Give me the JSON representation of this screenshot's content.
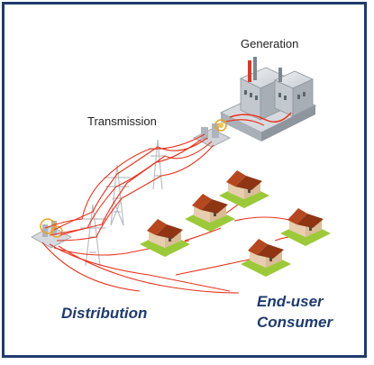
{
  "labels": {
    "generation": "Generation",
    "transmission": "Transmission",
    "distribution": "Distribution",
    "end_user_line1": "End-user",
    "end_user_line2": "Consumer"
  },
  "colors": {
    "frame": "#1f3b6e",
    "power_line": "#e8321c",
    "tower": "#b9bec4",
    "roof": "#b5481f",
    "wall": "#f0dcc0",
    "grass": "#9bc93a",
    "emphasis_text": "#1f3b6e"
  },
  "icons": [
    "power-plant-icon",
    "transmission-tower-icon",
    "transformer-icon",
    "substation-icon",
    "house-icon"
  ]
}
